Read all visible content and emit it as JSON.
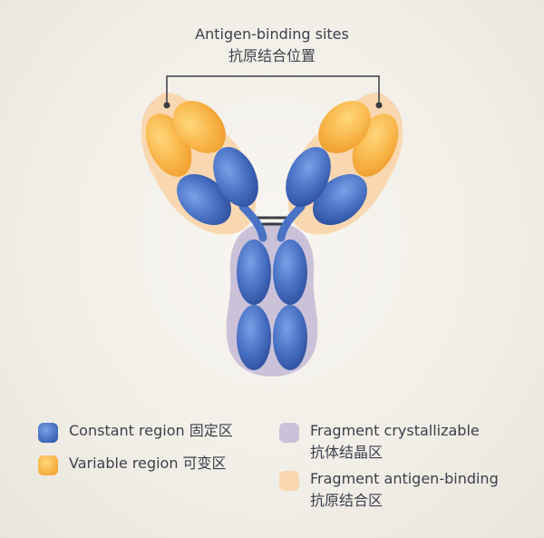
{
  "colors": {
    "constant_fill": "#3f68b8",
    "constant_light": "#6f94dc",
    "variable_fill": "#f6a93b",
    "variable_light": "#fcd27a",
    "fc_halo": "#cbc2d9",
    "fab_halo": "#f9d7b0",
    "line": "#3a3d45"
  },
  "title": {
    "line1": "Antigen-binding sites",
    "line2": "抗原结合位置"
  },
  "legend": [
    {
      "label": "Constant region 固定区",
      "color": "constant"
    },
    {
      "label": "Variable region 可变区",
      "color": "variable"
    },
    {
      "label_line1": "Fragment crystallizable",
      "label_line2": "抗体结晶区",
      "color": "fc"
    },
    {
      "label_line1": "Fragment antigen-binding",
      "label_line2": "抗原结合区",
      "color": "fab"
    }
  ]
}
